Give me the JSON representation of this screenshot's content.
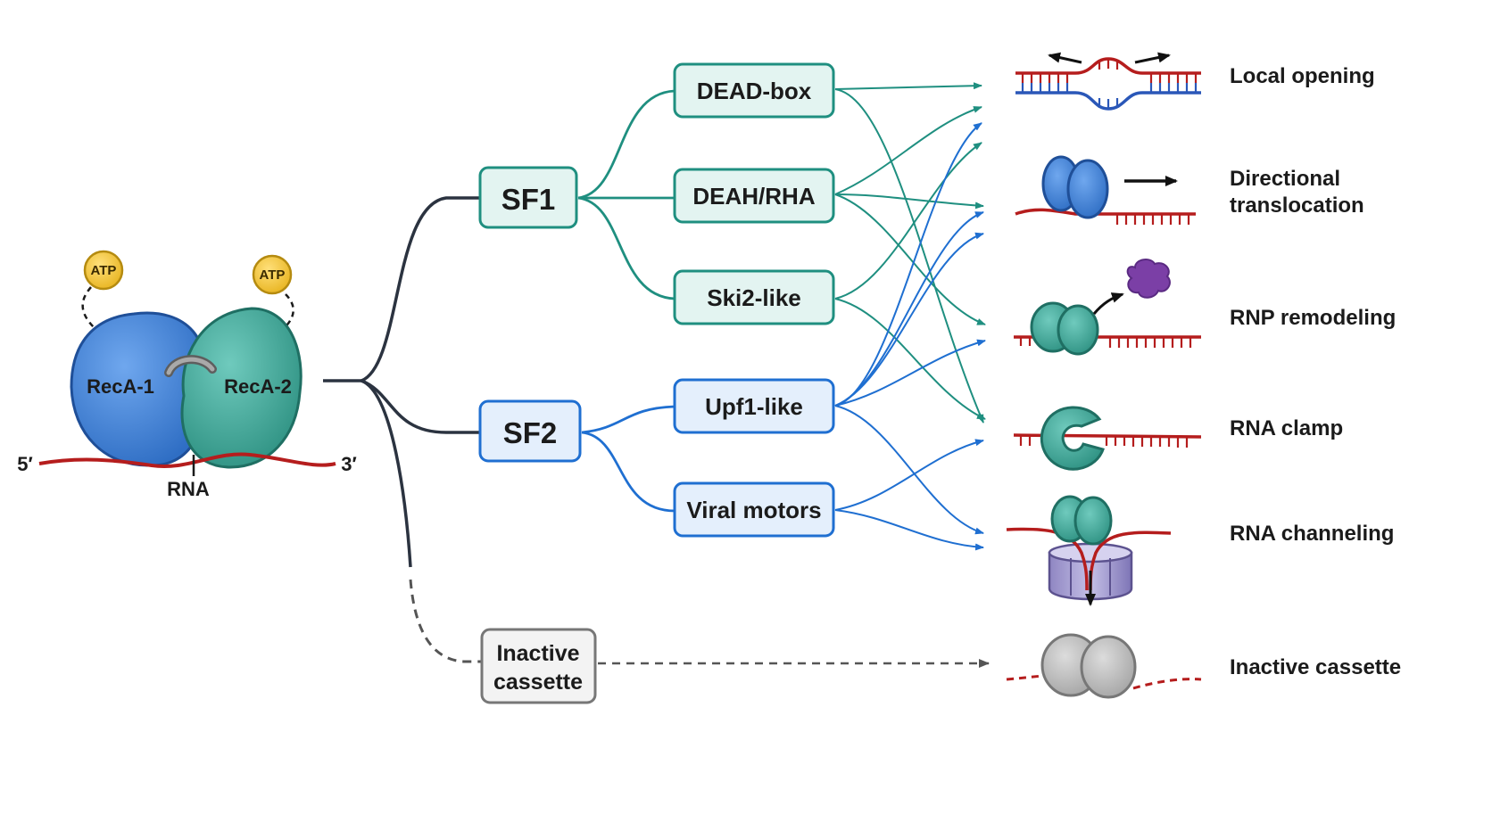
{
  "domains": {
    "atp_left": "ATP",
    "atp_right": "ATP",
    "reca1": "RecA-1",
    "reca2": "RecA-2",
    "five_prime": "5′",
    "three_prime": "3′",
    "rna": "RNA"
  },
  "superfamilies": {
    "sf1": "SF1",
    "sf2": "SF2",
    "inactive_line1": "Inactive",
    "inactive_line2": "cassette"
  },
  "families": {
    "dead_box": "DEAD-box",
    "deah_rha": "DEAH/RHA",
    "ski2_like": "Ski2-like",
    "upf1_like": "Upf1-like",
    "viral_motors": "Viral motors"
  },
  "outcomes": {
    "local_opening": "Local opening",
    "directional_line1": "Directional",
    "directional_line2": "translocation",
    "rnp_remodeling": "RNP remodeling",
    "rna_clamp": "RNA clamp",
    "rna_channeling": "RNA channeling",
    "inactive_cassette": "Inactive cassette"
  },
  "colors": {
    "sf1_teal": "#1f8f80",
    "sf2_blue": "#1f6fd1",
    "trunk": "#2b3340",
    "rna_red": "#b51d1d",
    "dna_blue": "#2a57b8",
    "reca1_blue": "#3e7fd4",
    "reca2_teal": "#45ad9e",
    "atp_yellow": "#f3c93a",
    "purple": "#7b3fa6",
    "grey": "#b8b8b8"
  }
}
